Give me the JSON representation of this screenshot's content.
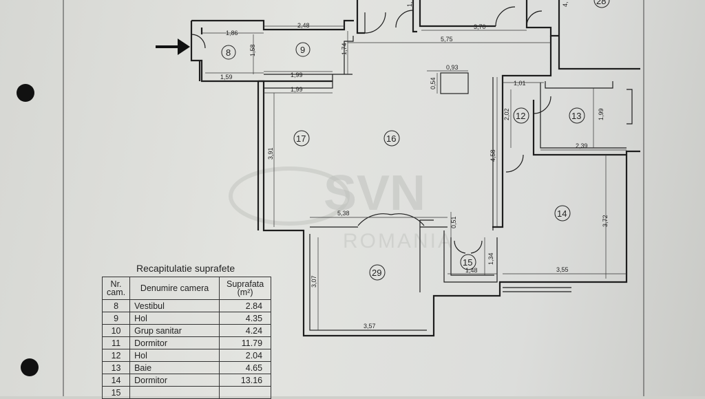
{
  "watermark": {
    "brand": "SVN",
    "sub": "ROMANIA"
  },
  "plan": {
    "rooms": [
      "8",
      "9",
      "12",
      "13",
      "14",
      "15",
      "16",
      "17",
      "29"
    ],
    "dimensions": {
      "d186": "1,86",
      "d248": "2,48",
      "d158": "1,58",
      "d174": "1,74",
      "d159": "1,59",
      "d199a": "1,99",
      "d199b": "1,99",
      "d370": "3,70",
      "d575": "5,75",
      "d093": "0,93",
      "d054": "0,54",
      "d101": "1,01",
      "d202": "2,02",
      "d199c": "1,99",
      "d239": "2,39",
      "d391": "3,91",
      "d458": "4,58",
      "d538": "5,38",
      "d051": "0,51",
      "d134": "1,34",
      "d148": "1,48",
      "d372": "3,72",
      "d355": "3,55",
      "d307": "3,07",
      "d357": "3,57"
    },
    "partial_labels": {
      "top_right_room": "28",
      "top_small": "1,",
      "top_right_dim": "4,"
    }
  },
  "table": {
    "title": "Recapitulatie suprafete",
    "headers": {
      "nr": "Nr. cam.",
      "name": "Denumire camera",
      "area": "Suprafata (m²)"
    },
    "rows": [
      {
        "nr": "8",
        "name": "Vestibul",
        "area": "2.84"
      },
      {
        "nr": "9",
        "name": "Hol",
        "area": "4.35"
      },
      {
        "nr": "10",
        "name": "Grup sanitar",
        "area": "4.24"
      },
      {
        "nr": "11",
        "name": "Dormitor",
        "area": "11.79"
      },
      {
        "nr": "12",
        "name": "Hol",
        "area": "2.04"
      },
      {
        "nr": "13",
        "name": "Baie",
        "area": "4.65"
      },
      {
        "nr": "14",
        "name": "Dormitor",
        "area": "13.16"
      },
      {
        "nr": "15",
        "name": "",
        "area": ""
      }
    ]
  }
}
